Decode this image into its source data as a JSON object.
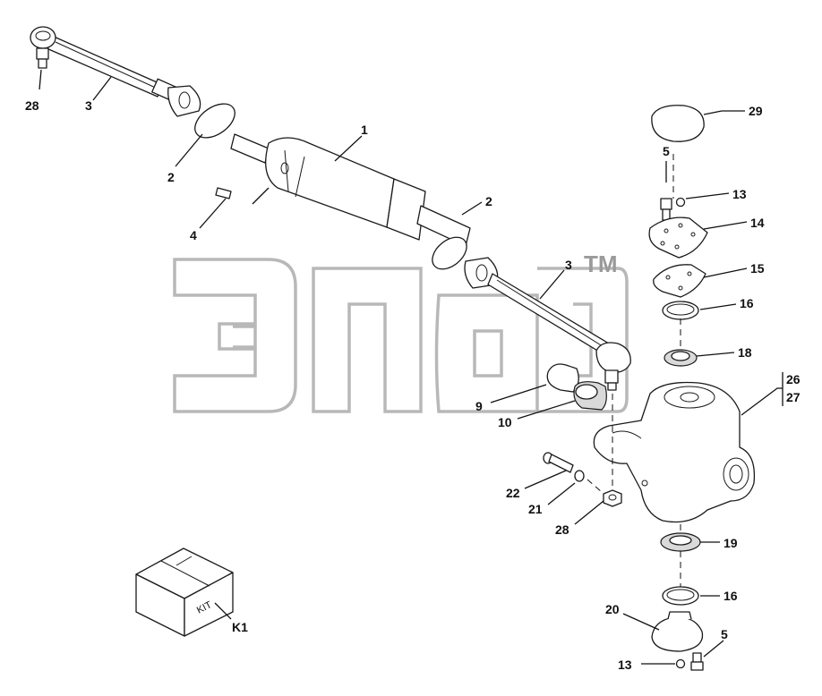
{
  "watermark": {
    "trademark": "TM"
  },
  "callouts": {
    "c1": "1",
    "c2a": "2",
    "c2b": "2",
    "c3a": "3",
    "c3b": "3",
    "c4": "4",
    "c5a": "5",
    "c5b": "5",
    "c9": "9",
    "c10": "10",
    "c13a": "13",
    "c13b": "13",
    "c14": "14",
    "c15": "15",
    "c16a": "16",
    "c16b": "16",
    "c18": "18",
    "c19": "19",
    "c20": "20",
    "c21": "21",
    "c22": "22",
    "c26": "26",
    "c27": "27",
    "c28a": "28",
    "c28b": "28",
    "c29": "29",
    "k1": "K1"
  },
  "kit": {
    "box_label": "KIT"
  }
}
